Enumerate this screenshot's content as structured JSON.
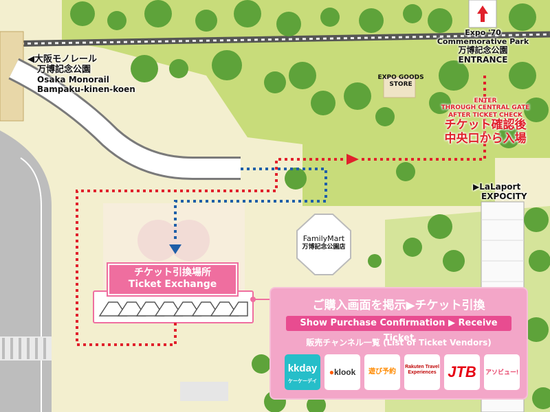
{
  "osaka_monorail": {
    "jp_line1": "◀大阪モノレール",
    "jp_line2": "万博記念公園",
    "en_line1": "Osaka Monorail",
    "en_line2": "Bampaku-kinen-koen"
  },
  "expo_park": {
    "en_line1": "Expo '70",
    "en_line2": "Commemorative Park",
    "jp": "万博記念公園",
    "entrance": "ENTRANCE"
  },
  "goods_store": {
    "line1": "EXPO GOODS",
    "line2": "STORE"
  },
  "entry_note": {
    "en_line1": "ENTER",
    "en_line2": "THROUGH CENTRAL GATE",
    "en_line3": "AFTER TICKET CHECK",
    "jp_line1": "チケット確認後",
    "jp_line2": "中央口から入場"
  },
  "lalaport": {
    "line1": "▶LaLaport",
    "line2": "EXPOCITY"
  },
  "familymart": {
    "line1": "FamilyMart",
    "line2": "万博記念公園店"
  },
  "ticket_exchange": {
    "jp": "チケット引換場所",
    "en": "Ticket Exchange"
  },
  "info_panel": {
    "title": "ご購入画面を掲示▶チケット引換",
    "subtitle": "Show Purchase Confirmation ▶ Receive Ticket",
    "vendors_heading": "販売チャンネル一覧 (List of Ticket Vendors)",
    "vendors": [
      {
        "name": "kkday",
        "sub": "ケーケーデイ",
        "color": "#26bec9"
      },
      {
        "name": "klook",
        "color": "#ff5b00"
      },
      {
        "name": "遊び予約",
        "color": "#ff8a00"
      },
      {
        "name": "Rakuten Travel Experiences",
        "color": "#bf0000"
      },
      {
        "name": "JTB",
        "color": "#e60012"
      },
      {
        "name": "アソビュー!",
        "color": "#e8456b"
      }
    ]
  },
  "colors": {
    "route_red": "#e0212c",
    "route_blue": "#1f5fa8",
    "panel_pink": "#f3a6c8",
    "exchange_pink": "#ef6e9f",
    "tree_green": "#5ea33a",
    "road_gray": "#b9b9b9"
  }
}
